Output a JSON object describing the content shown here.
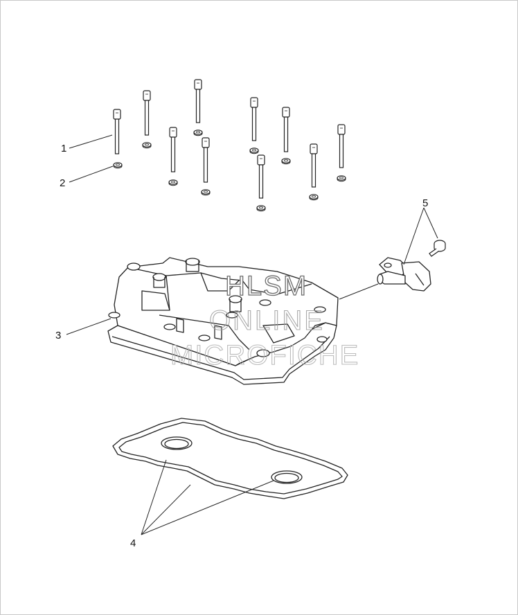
{
  "callouts": {
    "c1": "1",
    "c2": "2",
    "c3": "3",
    "c4": "4",
    "c5": "5"
  },
  "watermark": {
    "line1": "HLSM",
    "line2": "ONLINE",
    "line3": "MICROFICHE"
  }
}
